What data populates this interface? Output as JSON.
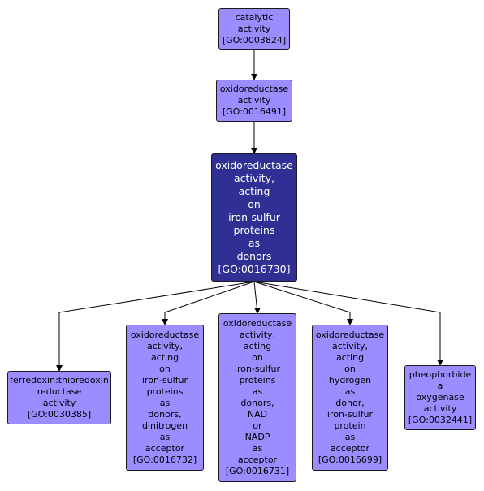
{
  "colors": {
    "node_fill": "#9b8cff",
    "focus_fill": "#2f2f94",
    "edge": "#000000"
  },
  "nodes": [
    {
      "id": "GO:0003824",
      "lines": [
        "catalytic",
        "activity",
        "[GO:0003824]"
      ]
    },
    {
      "id": "GO:0016491",
      "lines": [
        "oxidoreductase",
        "activity",
        "[GO:0016491]"
      ]
    },
    {
      "id": "GO:0016730",
      "focus": true,
      "lines": [
        "oxidoreductase",
        "activity,",
        "acting",
        "on",
        "iron-sulfur",
        "proteins",
        "as",
        "donors",
        "[GO:0016730]"
      ]
    },
    {
      "id": "GO:0030385",
      "lines": [
        "ferredoxin:thioredoxin",
        "reductase",
        "activity",
        "[GO:0030385]"
      ]
    },
    {
      "id": "GO:0016732",
      "lines": [
        "oxidoreductase",
        "activity,",
        "acting",
        "on",
        "iron-sulfur",
        "proteins",
        "as",
        "donors,",
        "dinitrogen",
        "as",
        "acceptor",
        "[GO:0016732]"
      ]
    },
    {
      "id": "GO:0016731",
      "lines": [
        "oxidoreductase",
        "activity,",
        "acting",
        "on",
        "iron-sulfur",
        "proteins",
        "as",
        "donors,",
        "NAD",
        "or",
        "NADP",
        "as",
        "acceptor",
        "[GO:0016731]"
      ]
    },
    {
      "id": "GO:0016699",
      "lines": [
        "oxidoreductase",
        "activity,",
        "acting",
        "on",
        "hydrogen",
        "as",
        "donor,",
        "iron-sulfur",
        "protein",
        "as",
        "acceptor",
        "[GO:0016699]"
      ]
    },
    {
      "id": "GO:0032441",
      "lines": [
        "pheophorbide",
        "a",
        "oxygenase",
        "activity",
        "[GO:0032441]"
      ]
    }
  ],
  "edges": [
    [
      "GO:0003824",
      "GO:0016491"
    ],
    [
      "GO:0016491",
      "GO:0016730"
    ],
    [
      "GO:0016730",
      "GO:0030385"
    ],
    [
      "GO:0016730",
      "GO:0016732"
    ],
    [
      "GO:0016730",
      "GO:0016731"
    ],
    [
      "GO:0016730",
      "GO:0016699"
    ],
    [
      "GO:0016730",
      "GO:0032441"
    ]
  ]
}
